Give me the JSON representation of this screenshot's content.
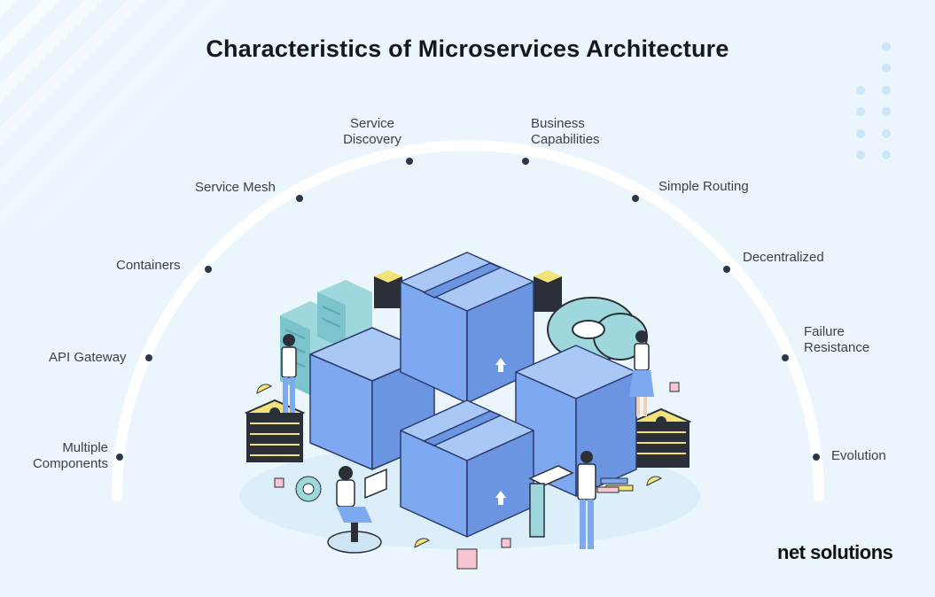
{
  "title": "Characteristics of Microservices Architecture",
  "characteristics": [
    "Multiple\nComponents",
    "API Gateway",
    "Containers",
    "Service Mesh",
    "Service\nDiscovery",
    "Business\nCapabilities",
    "Simple Routing",
    "Decentralized",
    "Failure\nResistance",
    "Evolution"
  ],
  "brand": {
    "logo": "net solutions"
  },
  "colors": {
    "background": "#eaf5fc",
    "arc": "#ffffff",
    "dot": "#2d3748",
    "box": "#7ea8ef",
    "box_dark": "#6b95e0",
    "box_top": "#a9c8f6",
    "server_dark": "#2b2f38",
    "server_accent": "#f2e27a"
  }
}
